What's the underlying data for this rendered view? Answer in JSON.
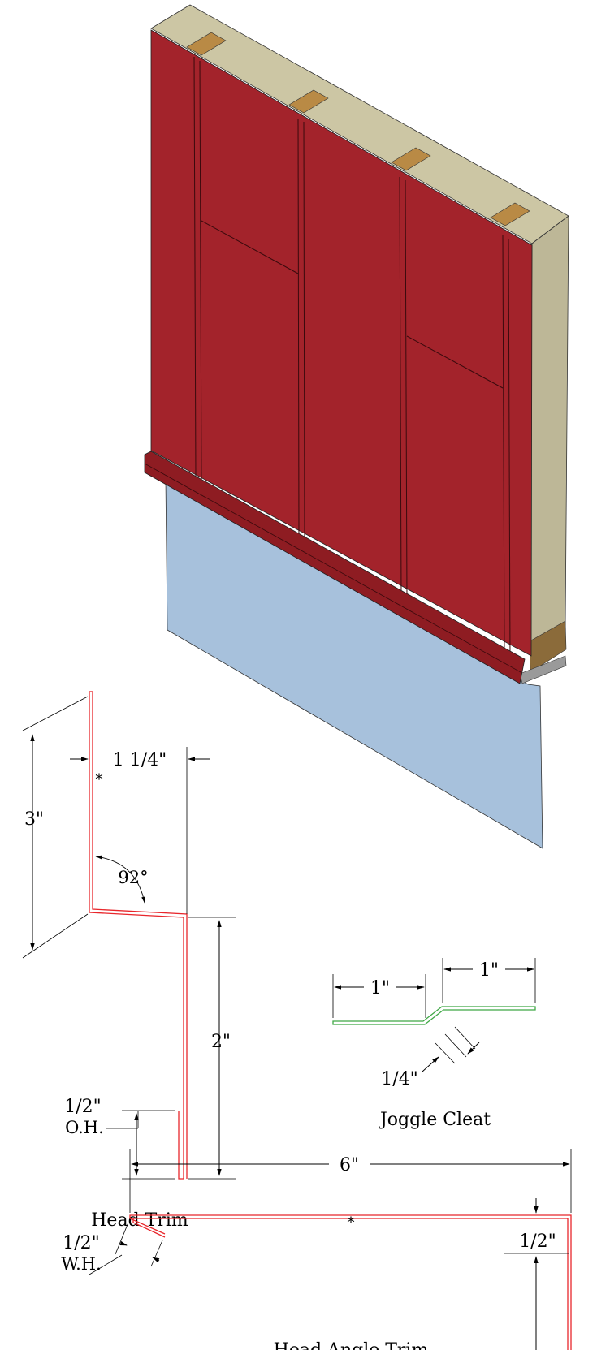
{
  "colors": {
    "panel_red": "#a3232b",
    "panel_red_dark": "#7e1a20",
    "sheathing": "#ccc6a4",
    "sheathing_side": "#bdb797",
    "stud": "#b98a45",
    "flashing_blue": "#a7c1dc",
    "trim_red": "#e8262b",
    "cleat_green": "#3fa845"
  },
  "head_trim": {
    "dims": {
      "width": "1 1/4\"",
      "height": "3\"",
      "angle": "92°",
      "drop": "2\"",
      "hem": "1/2\"",
      "hem_note": "O.H."
    },
    "star": "*",
    "title": "Head Trim"
  },
  "joggle_cleat": {
    "dims": {
      "left": "1\"",
      "right": "1\"",
      "offset": "1/4\""
    },
    "title": "Joggle Cleat"
  },
  "head_angle_trim": {
    "dims": {
      "width": "6\"",
      "hem": "1/2\"",
      "hem_note": "W.H.",
      "drop": "1/2\""
    },
    "star": "*",
    "title": "Head Angle Trim"
  }
}
